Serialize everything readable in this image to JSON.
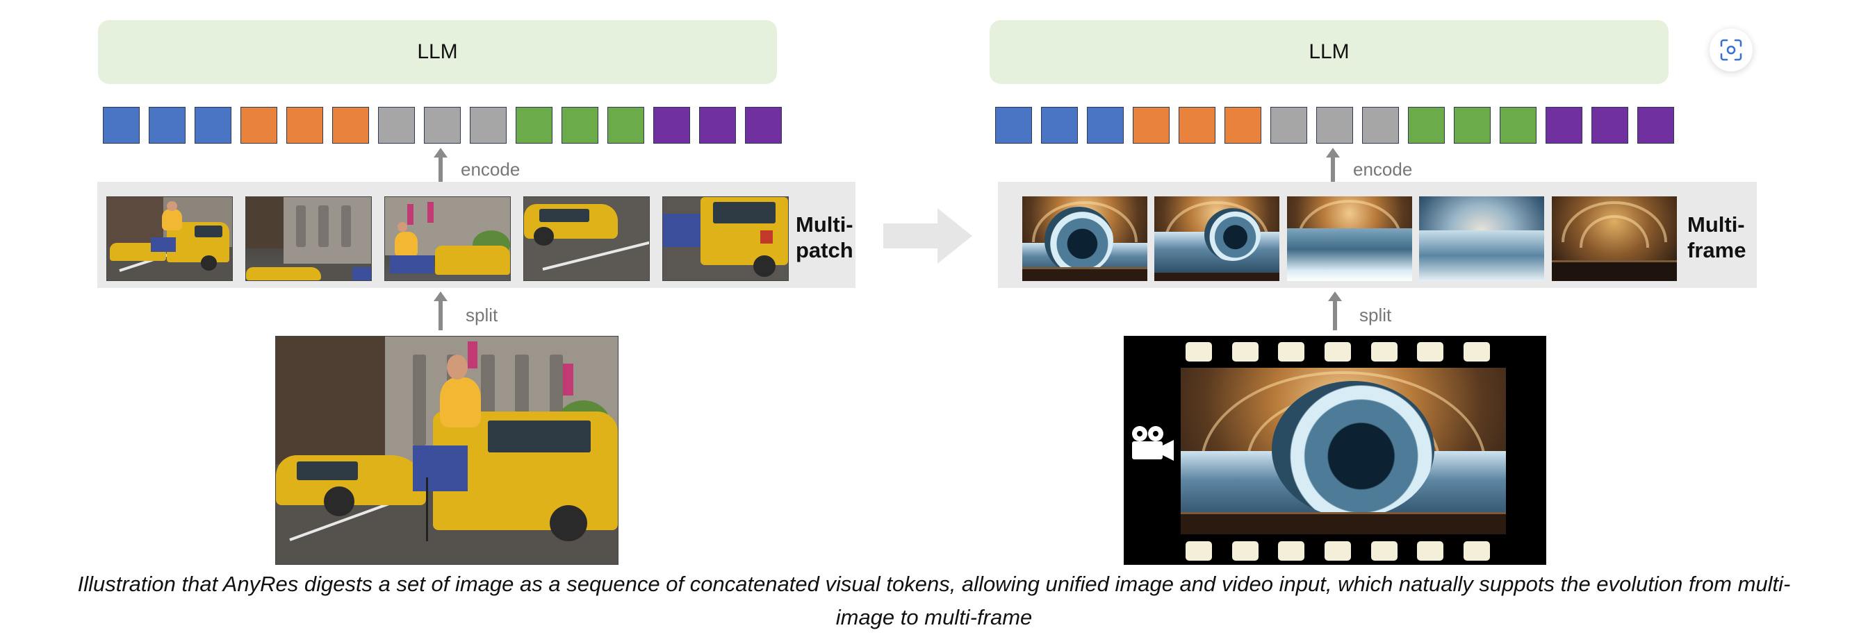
{
  "left_panel": {
    "llm_label": "LLM",
    "encode_label": "encode",
    "split_label": "split",
    "mode_label_line1": "Multi-",
    "mode_label_line2": "patch"
  },
  "right_panel": {
    "llm_label": "LLM",
    "encode_label": "encode",
    "split_label": "split",
    "mode_label_line1": "Multi-",
    "mode_label_line2": "frame",
    "camera_icon": "video-camera-icon"
  },
  "token_colors": [
    "#4a74c4",
    "#4a74c4",
    "#4a74c4",
    "#e8823c",
    "#e8823c",
    "#e8823c",
    "#a6a6a6",
    "#a6a6a6",
    "#a6a6a6",
    "#6bab4a",
    "#6bab4a",
    "#6bab4a",
    "#7030a0",
    "#7030a0",
    "#7030a0"
  ],
  "colors": {
    "llm_box": "#e5f1dc",
    "band": "#e9e9e9",
    "arrow": "#8a8a8a",
    "transition_arrow": "#e6e6e6"
  },
  "caption": {
    "line1": "Illustration that AnyRes digests a set of image as a sequence of concatenated visual tokens, allowing unified image and video input, which natually suppots the evolution from multi-",
    "line2": "image to multi-frame"
  },
  "toolbar": {
    "screenshot_icon": "screenshot-scan-icon"
  }
}
